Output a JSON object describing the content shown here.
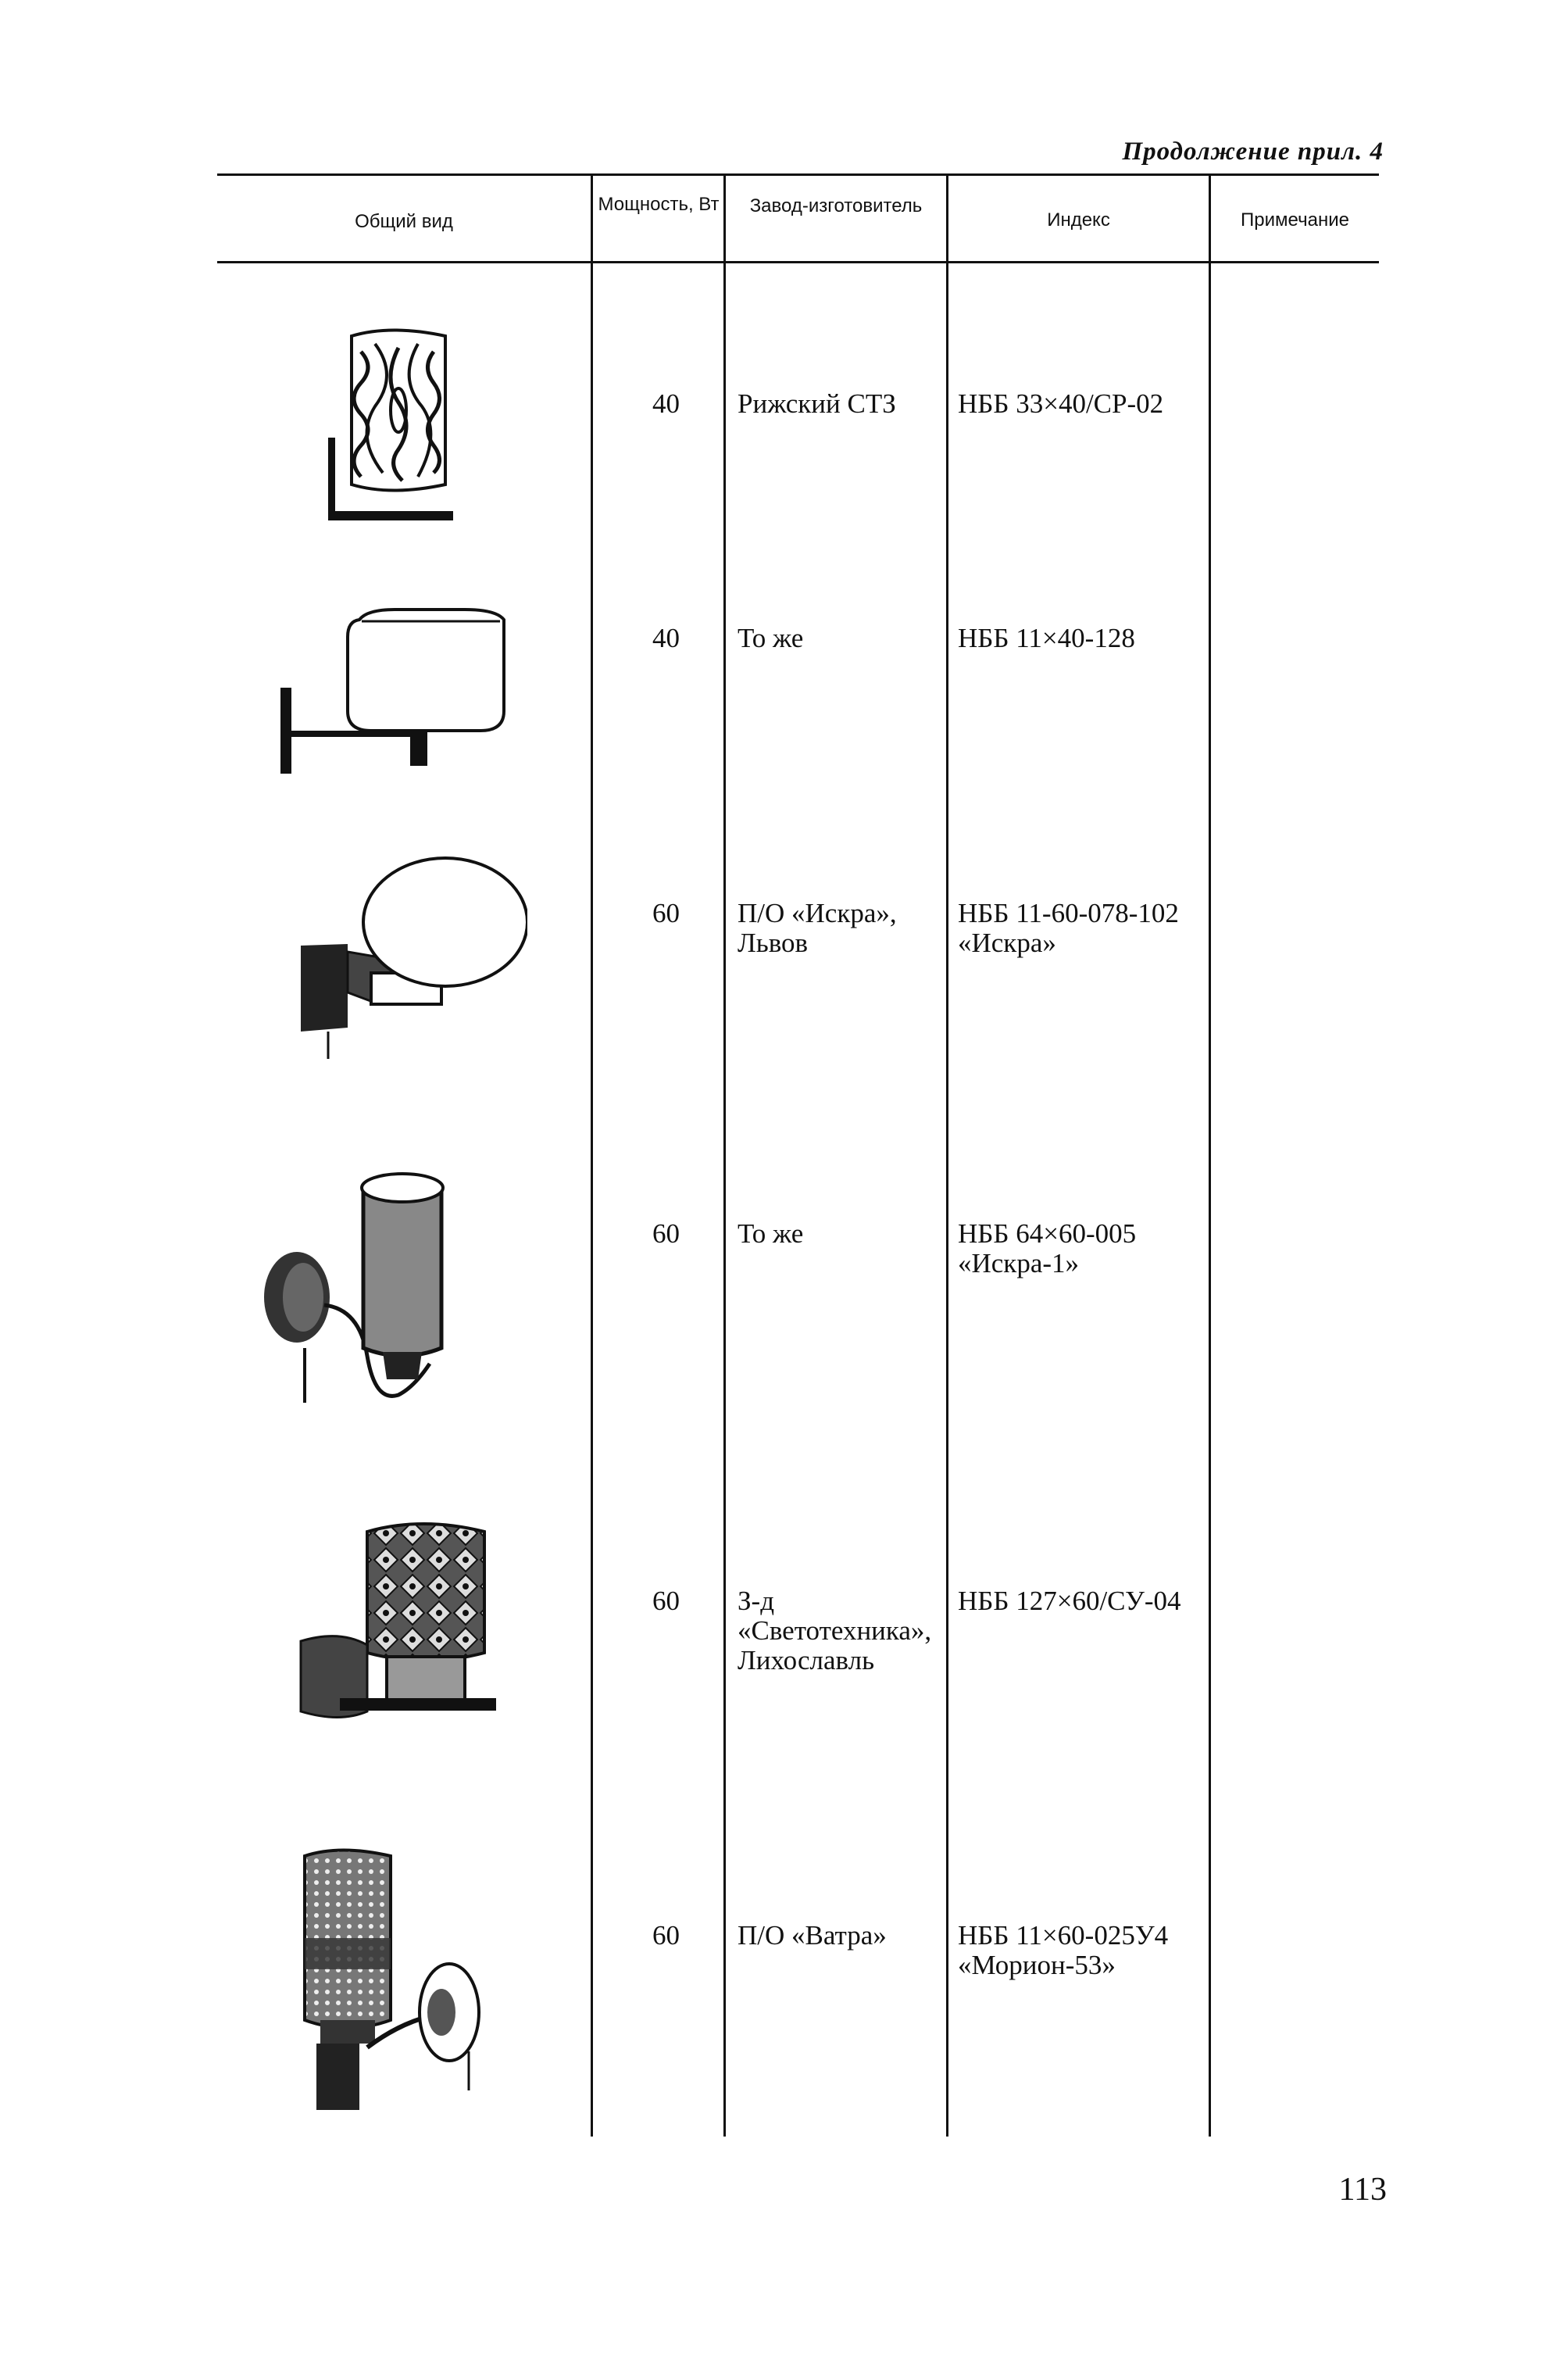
{
  "page_header": {
    "continuation": "Продолжение прил. 4"
  },
  "table": {
    "headers": {
      "view": "Общий вид",
      "power": "Мощность, Вт",
      "factory": "Завод-изготовитель",
      "index": "Индекс",
      "note": "Примечание"
    },
    "rows": [
      {
        "lamp_icon": "patterned-shade-sconce-icon",
        "power": "40",
        "factory": "Рижский СТЗ",
        "index": "НББ 33×40/СР-02",
        "note": ""
      },
      {
        "lamp_icon": "rounded-shade-arm-sconce-icon",
        "power": "40",
        "factory": "То же",
        "index": "НББ 11×40-128",
        "note": ""
      },
      {
        "lamp_icon": "oval-globe-sconce-icon",
        "power": "60",
        "factory": "П/О «Искра», Львов",
        "index": "НББ 11-60-078-102 «Искра»",
        "note": ""
      },
      {
        "lamp_icon": "cylinder-shade-curved-arm-sconce-icon",
        "power": "60",
        "factory": "То же",
        "index": "НББ 64×60-005 «Искра-1»",
        "note": ""
      },
      {
        "lamp_icon": "faceted-glass-sconce-icon",
        "power": "60",
        "factory": "З-д «Светотехника», Лихославль",
        "index": "НББ 127×60/СУ-04",
        "note": ""
      },
      {
        "lamp_icon": "decorated-cylinder-sconce-icon",
        "power": "60",
        "factory": "П/О «Ватра»",
        "index": "НББ 11×60-025У4 «Морион-53»",
        "note": ""
      }
    ]
  },
  "page_number": "113"
}
